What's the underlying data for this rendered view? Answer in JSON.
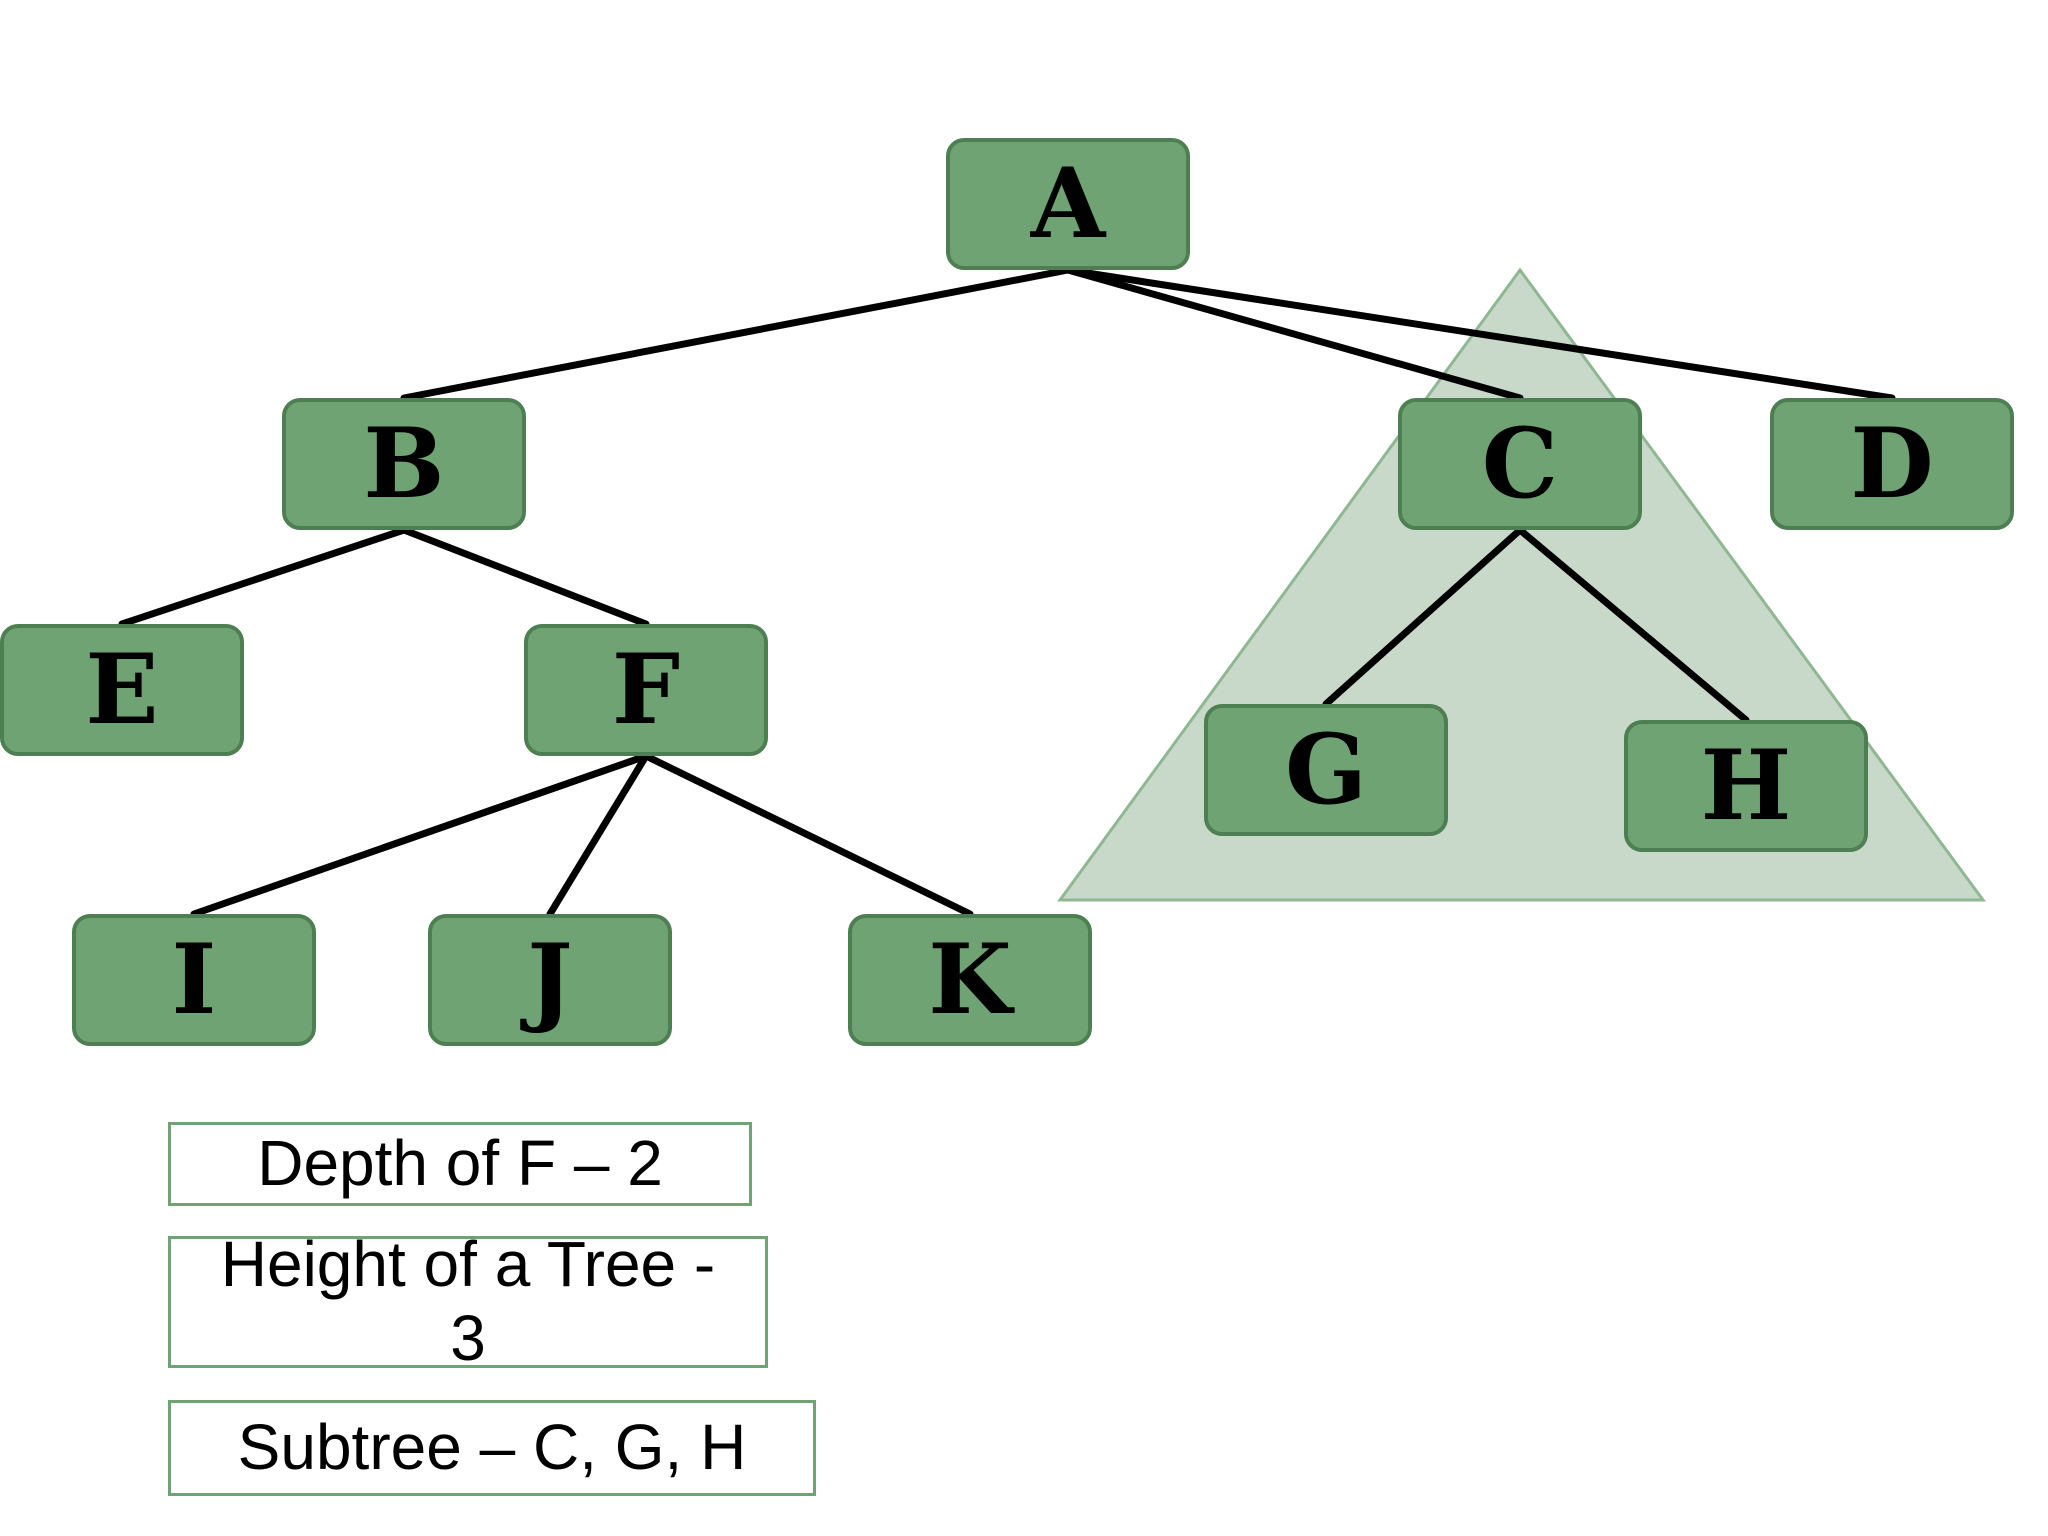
{
  "colors": {
    "node_fill": "#6fa373",
    "node_border": "#4e7f52",
    "subtree_fill": "#c8d9c9",
    "subtree_border": "#8fb892",
    "edge": "#000000"
  },
  "tree": {
    "nodes": [
      {
        "id": "A",
        "label": "A"
      },
      {
        "id": "B",
        "label": "B"
      },
      {
        "id": "C",
        "label": "C"
      },
      {
        "id": "D",
        "label": "D"
      },
      {
        "id": "E",
        "label": "E"
      },
      {
        "id": "F",
        "label": "F"
      },
      {
        "id": "G",
        "label": "G"
      },
      {
        "id": "H",
        "label": "H"
      },
      {
        "id": "I",
        "label": "I"
      },
      {
        "id": "J",
        "label": "J"
      },
      {
        "id": "K",
        "label": "K"
      }
    ],
    "edges": [
      {
        "from": "A",
        "to": "B"
      },
      {
        "from": "A",
        "to": "C"
      },
      {
        "from": "A",
        "to": "D"
      },
      {
        "from": "B",
        "to": "E"
      },
      {
        "from": "B",
        "to": "F"
      },
      {
        "from": "C",
        "to": "G"
      },
      {
        "from": "C",
        "to": "H"
      },
      {
        "from": "F",
        "to": "I"
      },
      {
        "from": "F",
        "to": "J"
      },
      {
        "from": "F",
        "to": "K"
      }
    ],
    "highlighted_subtree": [
      "C",
      "G",
      "H"
    ]
  },
  "captions": {
    "depth": "Depth of F – 2",
    "height_line1": "Height of a Tree -",
    "height_line2": "3",
    "subtree": "Subtree – C, G, H"
  }
}
